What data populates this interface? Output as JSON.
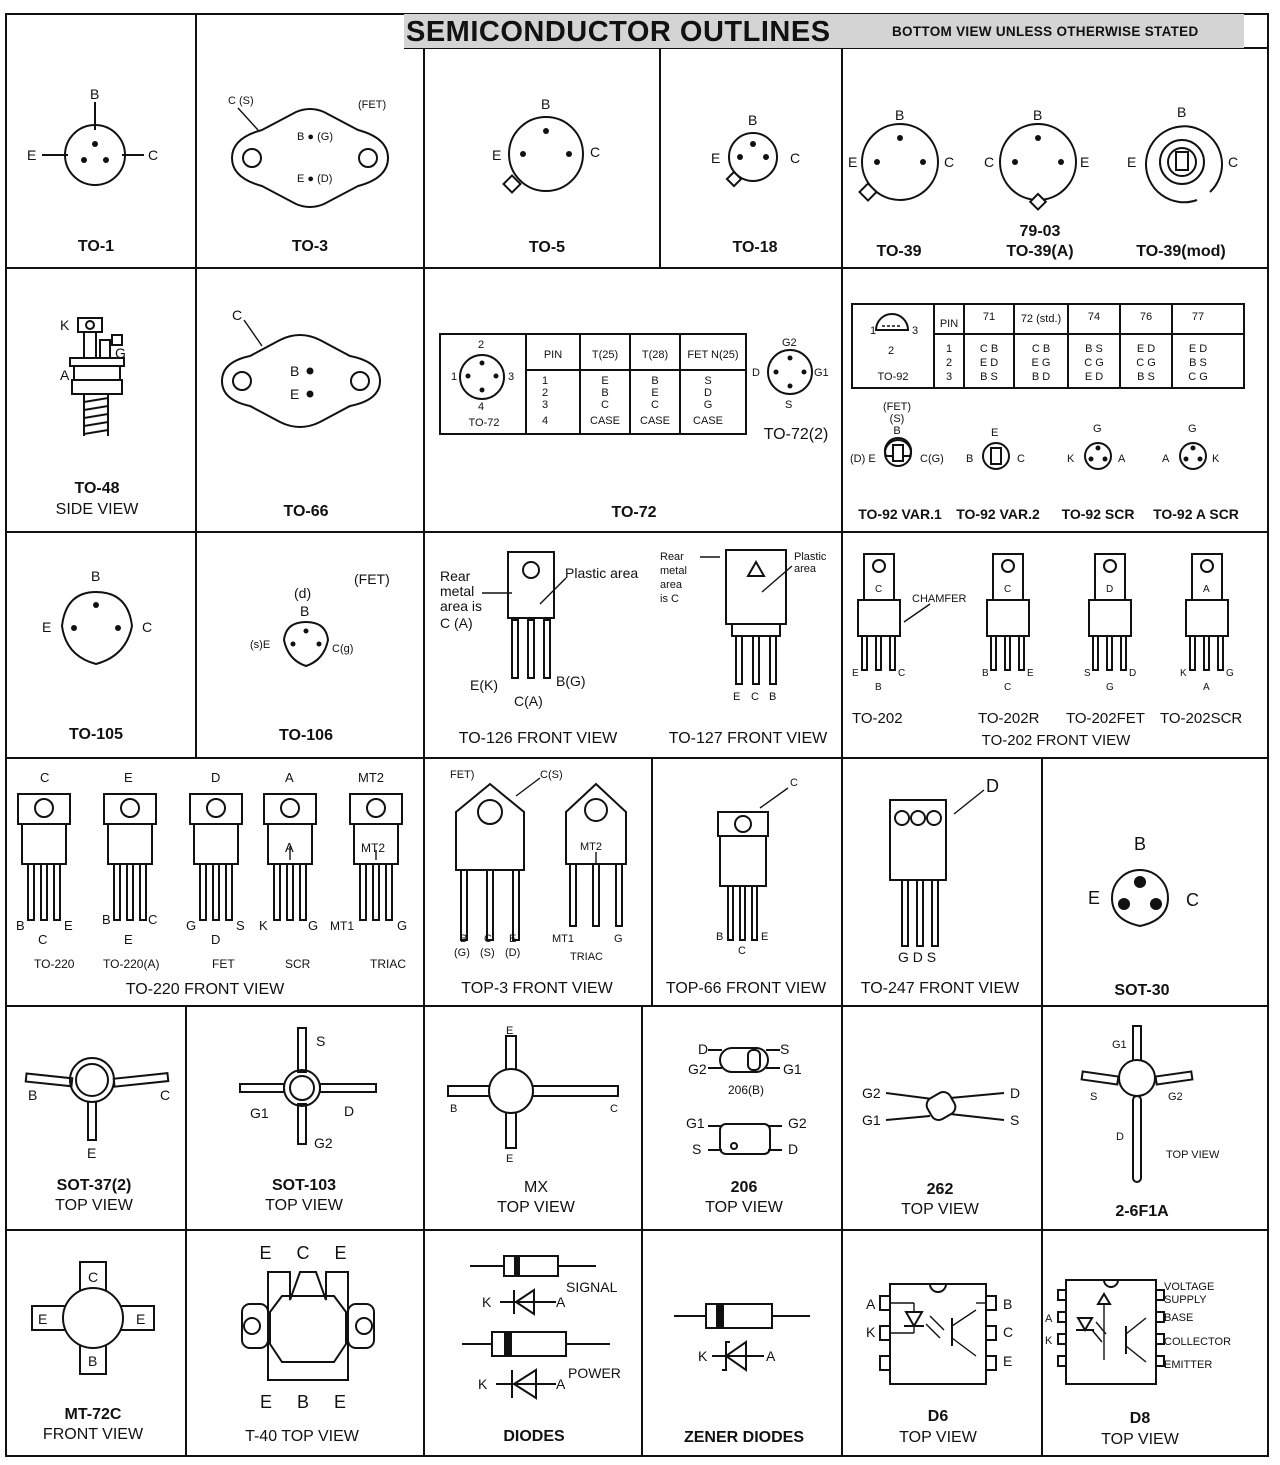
{
  "header": {
    "title": "SEMICONDUCTOR OUTLINES",
    "subtitle": "BOTTOM VIEW UNLESS OTHERWISE STATED"
  },
  "cells": {
    "to1": {
      "name": "TO-1",
      "pins": [
        "B",
        "E",
        "C"
      ]
    },
    "to3": {
      "name": "TO-3",
      "fet": "(FET)",
      "cs": "C (S)",
      "b": "B ● (G)",
      "e": "E ● (D)"
    },
    "to5": {
      "name": "TO-5",
      "pins": [
        "B",
        "E",
        "C"
      ]
    },
    "to18": {
      "name": "TO-18",
      "pins": [
        "B",
        "E",
        "C"
      ]
    },
    "to39": {
      "name": "TO-39",
      "pins": [
        "B",
        "E",
        "C"
      ]
    },
    "to39a": {
      "code": "79-03",
      "name": "TO-39(A)",
      "pins": [
        "B",
        "C",
        "E"
      ]
    },
    "to39mod": {
      "name": "TO-39(mod)",
      "pins": [
        "B",
        "E",
        "C"
      ]
    },
    "to48": {
      "name": "TO-48",
      "sub": "SIDE VIEW",
      "pins": [
        "K",
        "G",
        "A"
      ]
    },
    "to66": {
      "name": "TO-66",
      "pins": [
        "C",
        "B",
        "E"
      ]
    },
    "to72": {
      "name": "TO-72",
      "pkg": "TO-72",
      "pkg2": "TO-72(2)",
      "nums": [
        "1",
        "2",
        "3",
        "4"
      ],
      "cols": [
        {
          "h": "PIN",
          "v": [
            "1",
            "2",
            "3",
            "4"
          ]
        },
        {
          "h": "T(25)",
          "v": [
            "E",
            "B",
            "C",
            "CASE"
          ]
        },
        {
          "h": "T(28)",
          "v": [
            "B",
            "E",
            "C",
            "CASE"
          ]
        },
        {
          "h": "FET N(25)",
          "v": [
            "S",
            "D",
            "G",
            "CASE"
          ]
        }
      ],
      "pins2": [
        "G2",
        "D",
        "G1",
        "S"
      ]
    },
    "to92": {
      "pkg": "TO-92",
      "nums": [
        "1",
        "2",
        "3"
      ],
      "cols": [
        {
          "h": "PIN",
          "v": [
            "1",
            "2",
            "3"
          ]
        },
        {
          "h": "71",
          "v": [
            "C B",
            "E D",
            "B S"
          ]
        },
        {
          "h": "72 (std.)",
          "v": [
            "C B",
            "E G",
            "B D"
          ]
        },
        {
          "h": "74",
          "v": [
            "B S",
            "C G",
            "E D"
          ]
        },
        {
          "h": "76",
          "v": [
            "E D",
            "C G",
            "B S"
          ]
        },
        {
          "h": "77",
          "v": [
            "E D",
            "B S",
            "C G"
          ]
        }
      ],
      "names": [
        "TO-92 VAR.1",
        "TO-92 VAR.2",
        "TO-92 SCR",
        "TO-92 A SCR"
      ],
      "fet": "(FET)",
      "fet_s": "(S)",
      "v1": [
        "B",
        "(D) E",
        "C(G)"
      ],
      "v2": [
        "E",
        "B",
        "C"
      ],
      "v3": [
        "G",
        "K",
        "A"
      ],
      "v4": [
        "G",
        "A",
        "K"
      ]
    },
    "to105": {
      "name": "TO-105",
      "pins": [
        "B",
        "E",
        "C"
      ]
    },
    "to106": {
      "name": "TO-106",
      "fet": "(FET)",
      "d": "(d)",
      "pins": [
        "B",
        "(s)E",
        "C(g)"
      ]
    },
    "to126": {
      "name": "TO-126 FRONT VIEW",
      "rear": "Rear metal area is C (A)",
      "plastic": "Plastic area",
      "pins": [
        "E(K)",
        "C(A)",
        "B(G)"
      ]
    },
    "to127": {
      "name": "TO-127 FRONT VIEW",
      "rear": "Rear metal area is C",
      "plastic": "Plastic area",
      "pins": [
        "E",
        "C",
        "B"
      ]
    },
    "to202": {
      "names": [
        "TO-202",
        "TO-202R",
        "TO-202FET",
        "TO-202SCR"
      ],
      "footer": "TO-202 FRONT VIEW",
      "chamfer": "CHAMFER",
      "tabs": [
        "C",
        "C",
        "D",
        "A"
      ],
      "left": [
        "E",
        "B",
        "S",
        "K"
      ],
      "mid": [
        "B",
        "C",
        "G",
        "A"
      ],
      "right": [
        "C",
        "E",
        "D",
        "G"
      ]
    },
    "to220": {
      "footer": "TO-220 FRONT VIEW",
      "names": [
        "TO-220",
        "TO-220(A)",
        "FET",
        "SCR",
        "TRIAC"
      ],
      "tops": [
        "C",
        "E",
        "D",
        "A",
        "MT2"
      ],
      "left": [
        "B",
        "B",
        "G",
        "K",
        "MT1"
      ],
      "mid": [
        "C",
        "E",
        "D",
        "",
        ""
      ],
      "right": [
        "E",
        "C",
        "S",
        "G",
        "G"
      ],
      "scr_a": "A",
      "triac_mt2": "MT2"
    },
    "top3": {
      "footer": "TOP-3 FRONT VIEW",
      "fet": "FET)",
      "cs": "C(S)",
      "pins": [
        "B",
        "C",
        "E"
      ],
      "pins2": [
        "(G)",
        "(S)",
        "(D)"
      ],
      "triac": "TRIAC",
      "mt1": "MT1",
      "g": "G",
      "mt2": "MT2"
    },
    "top66": {
      "footer": "TOP-66 FRONT VIEW",
      "c": "C",
      "pins": [
        "B",
        "C",
        "E"
      ]
    },
    "to247": {
      "footer": "TO-247 FRONT VIEW",
      "d": "D",
      "pins": "G D S"
    },
    "sot30": {
      "name": "SOT-30",
      "pins": [
        "B",
        "E",
        "C"
      ]
    },
    "sot37": {
      "name": "SOT-37(2)",
      "sub": "TOP VIEW",
      "pins": [
        "B",
        "C",
        "E"
      ]
    },
    "sot103": {
      "name": "SOT-103",
      "sub": "TOP VIEW",
      "pins": [
        "S",
        "G1",
        "D",
        "G2"
      ]
    },
    "mx": {
      "name": "MX",
      "sub": "TOP VIEW",
      "pins": [
        "E",
        "B",
        "C",
        "E"
      ]
    },
    "p206": {
      "name": "206",
      "sub": "TOP VIEW",
      "b": "206(B)",
      "pins_b": [
        "D",
        "S",
        "G2",
        "G1"
      ],
      "pins": [
        "G1",
        "G2",
        "S",
        "D"
      ]
    },
    "p262": {
      "name": "262",
      "sub": "TOP VIEW",
      "pins": [
        "G2",
        "G1",
        "D",
        "S"
      ]
    },
    "p26f1a": {
      "name": "2-6F1A",
      "sub": "TOP VIEW",
      "pins": [
        "G1",
        "S",
        "G2",
        "D"
      ]
    },
    "mt72c": {
      "name": "MT-72C",
      "sub": "FRONT VIEW",
      "pins": [
        "C",
        "E",
        "E",
        "B"
      ]
    },
    "t40": {
      "name": "T-40 TOP VIEW",
      "top": "E C E",
      "bottom": "E B E"
    },
    "diodes": {
      "name": "DIODES",
      "signal": "SIGNAL",
      "power": "POWER",
      "k": "K",
      "a": "A"
    },
    "zener": {
      "name": "ZENER DIODES",
      "k": "K",
      "a": "A"
    },
    "d6": {
      "name": "D6",
      "sub": "TOP VIEW",
      "left": [
        "A",
        "K"
      ],
      "right": [
        "B",
        "C",
        "E"
      ]
    },
    "d8": {
      "name": "D8",
      "sub": "TOP VIEW",
      "left": [
        "A",
        "K"
      ],
      "right": [
        "VOLTAGE SUPPLY",
        "BASE",
        "COLLECTOR",
        "EMITTER"
      ]
    }
  }
}
